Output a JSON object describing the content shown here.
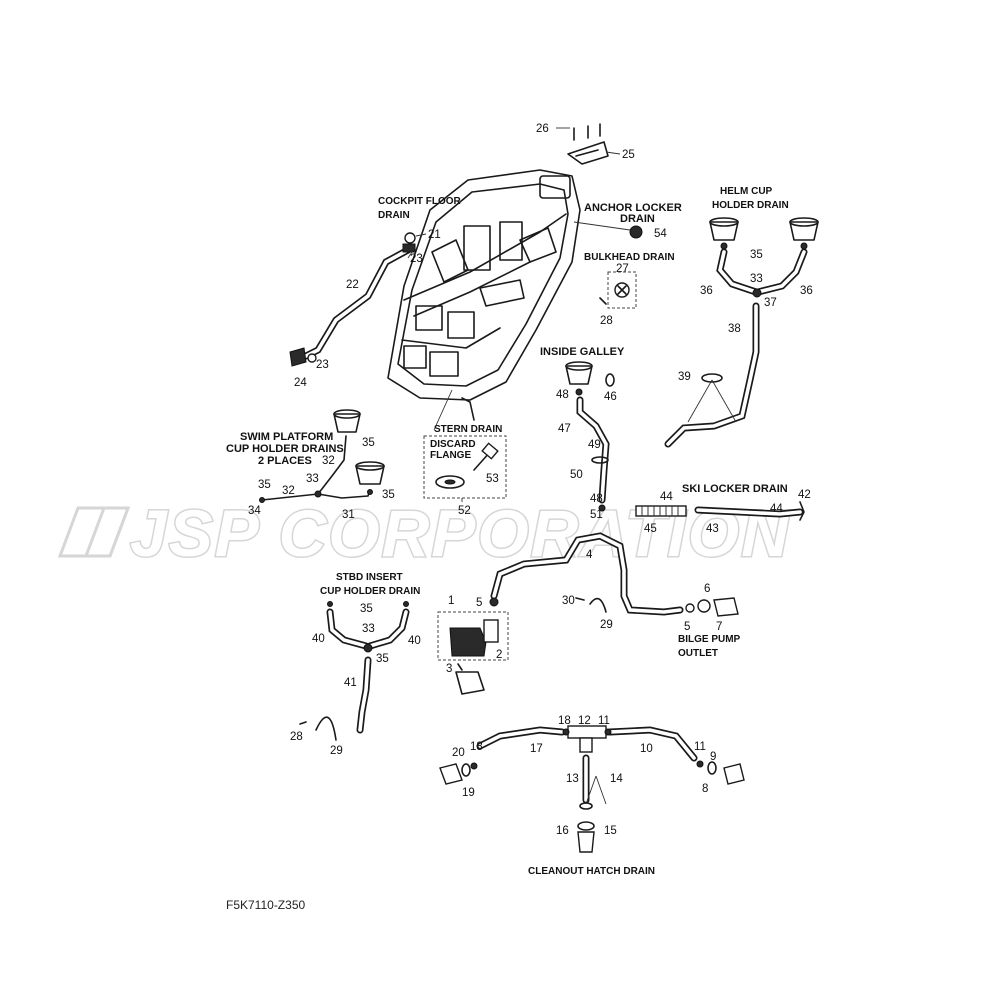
{
  "watermark": "JSP CORPORATION",
  "drawing_code": "F5K7110-Z350",
  "sections": {
    "cockpit_floor_drain": [
      "COCKPIT FLOOR",
      "DRAIN"
    ],
    "anchor_locker_drain": [
      "ANCHOR LOCKER",
      "DRAIN"
    ],
    "helm_cup_holder_drain": [
      "HELM CUP",
      "HOLDER DRAIN"
    ],
    "bulkhead_drain": "BULKHEAD DRAIN",
    "inside_galley": "INSIDE GALLEY",
    "stern_drain": "STERN DRAIN",
    "discard_flange": [
      "DISCARD",
      "FLANGE"
    ],
    "swim_platform": [
      "SWIM PLATFORM",
      "CUP HOLDER DRAINS",
      "2 PLACES"
    ],
    "ski_locker_drain": "SKI LOCKER DRAIN",
    "stbd_insert": [
      "STBD INSERT",
      "CUP HOLDER DRAIN"
    ],
    "bilge_pump_outlet": [
      "BILGE PUMP",
      "OUTLET"
    ],
    "cleanout_hatch_drain": "CLEANOUT HATCH DRAIN"
  },
  "callouts": {
    "c26": "26",
    "c25": "25",
    "c21": "21",
    "c23a": "23",
    "c22": "22",
    "c23b": "23",
    "c24": "24",
    "c54": "54",
    "c27": "27",
    "c28a": "28",
    "c35a": "35",
    "c33a": "33",
    "c36a": "36",
    "c37": "37",
    "c36b": "36",
    "c38": "38",
    "c39": "39",
    "c48a": "48",
    "c46": "46",
    "c47": "47",
    "c49": "49",
    "c50": "50",
    "c48b": "48",
    "c51": "51",
    "c53": "53",
    "c52": "52",
    "c35b": "35",
    "c32a": "32",
    "c33b": "33",
    "c35c": "35",
    "c32b": "32",
    "c35d": "35",
    "c34": "34",
    "c31": "31",
    "c44a": "44",
    "c45": "45",
    "c43": "43",
    "c44b": "44",
    "c42": "42",
    "c4": "4",
    "c5a": "5",
    "c1": "1",
    "c2": "2",
    "c3": "3",
    "c30": "30",
    "c29a": "29",
    "c6": "6",
    "c5b": "5",
    "c7": "7",
    "c35e": "35",
    "c33c": "33",
    "c40a": "40",
    "c40b": "40",
    "c35f": "35",
    "c41": "41",
    "c28b": "28",
    "c29b": "29",
    "c18a": "18",
    "c12": "12",
    "c11a": "11",
    "c17": "17",
    "c10": "10",
    "c11b": "11",
    "c9": "9",
    "c8": "8",
    "c20": "20",
    "c18b": "18",
    "c19": "19",
    "c13": "13",
    "c14": "14",
    "c16": "16",
    "c15": "15"
  }
}
